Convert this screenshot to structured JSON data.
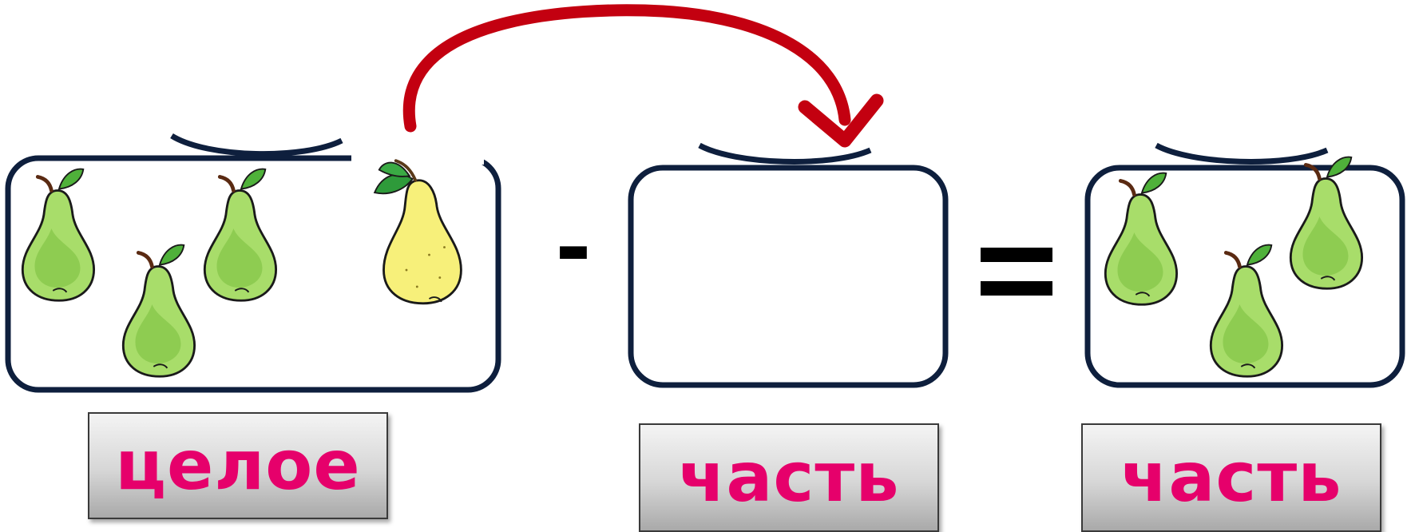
{
  "diagram": {
    "operator_minus": "-",
    "operator_equals": "=",
    "labels": {
      "whole": "целое",
      "part_middle": "часть",
      "part_right": "часть"
    },
    "colors": {
      "frame": "#0e1f3d",
      "arrow": "#c30010",
      "label_text": "#e6006b",
      "pear_green": "#a8dd6a",
      "pear_yellow": "#f7f07a"
    },
    "counts": {
      "left_green_pears": 3,
      "left_yellow_pears": 1,
      "middle_pears": 0,
      "right_green_pears": 3
    }
  }
}
